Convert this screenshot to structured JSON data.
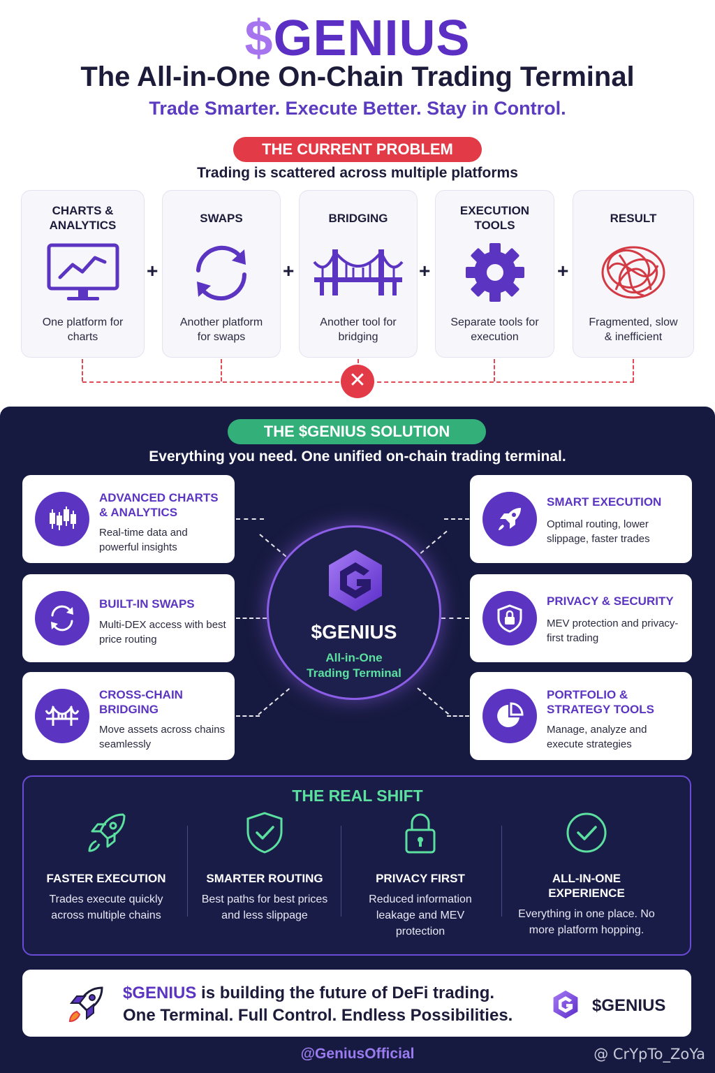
{
  "header": {
    "brand_dollar": "$",
    "brand_name": "GENIUS",
    "title": "The All-in-One On-Chain Trading Terminal",
    "tagline": "Trade Smarter. Execute Better. Stay in Control."
  },
  "problem": {
    "badge": "THE CURRENT PROBLEM",
    "subtitle": "Trading is scattered across multiple platforms",
    "cards": [
      {
        "title": "CHARTS & ANALYTICS",
        "desc": "One platform for charts",
        "icon": "monitor-chart-icon"
      },
      {
        "title": "SWAPS",
        "desc": "Another platform for swaps",
        "icon": "swap-arrows-icon"
      },
      {
        "title": "BRIDGING",
        "desc": "Another tool for bridging",
        "icon": "bridge-icon"
      },
      {
        "title": "EXECUTION TOOLS",
        "desc": "Separate tools for execution",
        "icon": "gear-icon"
      },
      {
        "title": "RESULT",
        "desc": "Fragmented, slow & inefficient",
        "icon": "tangle-icon"
      }
    ],
    "plus": "+",
    "x_mark": "✕"
  },
  "solution": {
    "badge": "THE $GENIUS SOLUTION",
    "subtitle": "Everything you need. One unified on-chain trading terminal.",
    "left": [
      {
        "title": "ADVANCED CHARTS & ANALYTICS",
        "desc": "Real-time data and powerful insights",
        "icon": "candlestick-icon"
      },
      {
        "title": "BUILT-IN SWAPS",
        "desc": "Multi-DEX access with best price routing",
        "icon": "swap-arrows-icon"
      },
      {
        "title": "CROSS-CHAIN BRIDGING",
        "desc": "Move assets across chains seamlessly",
        "icon": "bridge-icon"
      }
    ],
    "right": [
      {
        "title": "SMART EXECUTION",
        "desc": "Optimal routing, lower slippage, faster trades",
        "icon": "rocket-icon"
      },
      {
        "title": "PRIVACY & SECURITY",
        "desc": "MEV protection and privacy-first trading",
        "icon": "shield-lock-icon"
      },
      {
        "title": "PORTFOLIO & STRATEGY TOOLS",
        "desc": "Manage, analyze and execute strategies",
        "icon": "pie-chart-icon"
      }
    ],
    "hub": {
      "name": "$GENIUS",
      "sub_line1": "All-in-One",
      "sub_line2": "Trading Terminal"
    }
  },
  "shift": {
    "title": "THE REAL SHIFT",
    "items": [
      {
        "title": "FASTER EXECUTION",
        "desc": "Trades execute quickly across multiple chains",
        "icon": "rocket-icon"
      },
      {
        "title": "SMARTER ROUTING",
        "desc": "Best paths for best prices and less slippage",
        "icon": "shield-check-icon"
      },
      {
        "title": "PRIVACY FIRST",
        "desc": "Reduced information leakage and MEV protection",
        "icon": "padlock-icon"
      },
      {
        "title": "ALL-IN-ONE EXPERIENCE",
        "desc": "Everything in one place. No more platform hopping.",
        "icon": "check-circle-icon"
      }
    ]
  },
  "footer": {
    "highlight": "$GENIUS",
    "line1_rest": " is building the future of DeFi trading.",
    "line2": "One Terminal. Full Control. Endless Possibilities.",
    "brand": "$GENIUS"
  },
  "handle": "@GeniusOfficial",
  "watermark": "@ CrYpTo_ZoYa",
  "colors": {
    "purple": "#5b35c2",
    "red": "#e23a46",
    "green": "#33b07a",
    "mint": "#5be0a0",
    "navy": "#171a40"
  }
}
